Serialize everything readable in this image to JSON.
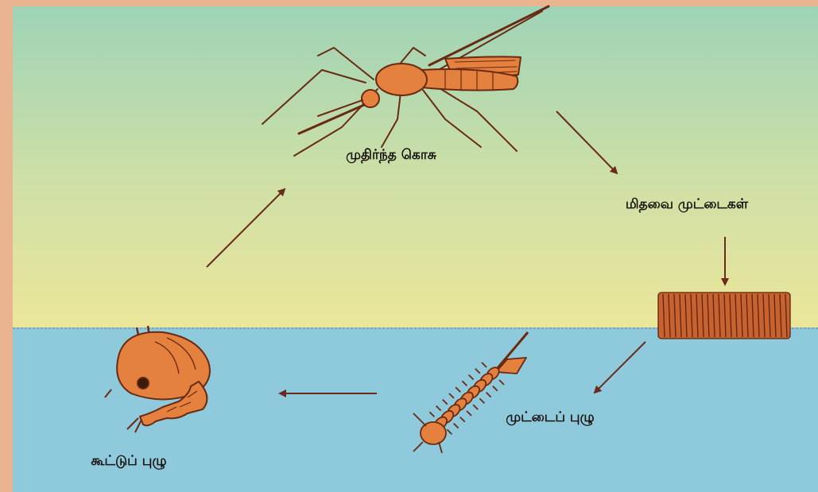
{
  "diagram": {
    "colors": {
      "border": "#e9b48f",
      "sky_top": "#9ed3b7",
      "sky_bottom": "#e9e49a",
      "water": "#8ec9dc",
      "creature_fill": "#e4813f",
      "creature_stroke": "#6a2a12",
      "arrow": "#6b2a1c"
    },
    "stages": {
      "adult": {
        "label": "முதிர்ந்த கொசு",
        "icon": "mosquito-icon"
      },
      "eggs": {
        "label": "மிதவை முட்டைகள்",
        "icon": "egg-raft-icon"
      },
      "larva": {
        "label": "முட்டைப் புழு",
        "icon": "larva-icon"
      },
      "pupa": {
        "label": "கூட்டுப் புழு",
        "icon": "pupa-icon"
      }
    }
  }
}
